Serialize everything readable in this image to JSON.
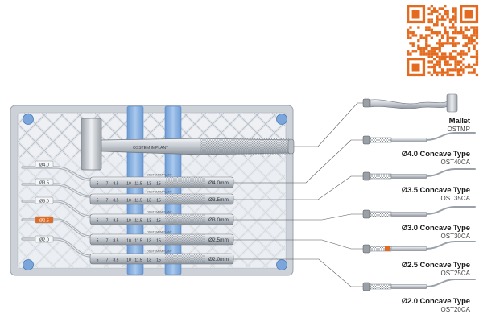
{
  "brand": {
    "engraving": "OSSTEM IMPLANT",
    "accent": "#e36a1e"
  },
  "tray": {
    "slot_labels": [
      "Ø4.0",
      "Ø3.5",
      "Ø3.0",
      "Ø2.5",
      "Ø2.0"
    ],
    "depth_marks": [
      "5",
      "7",
      "8.5",
      "10",
      "11.5",
      "13",
      "15"
    ],
    "size_marks": [
      "Ø4.0mm",
      "Ø3.5mm",
      "Ø3.0mm",
      "Ø2.5mm",
      "Ø2.0mm"
    ],
    "colors": {
      "frame": "#c9ced6",
      "rail": "#8fb4e0",
      "pin": "#7aa6dc"
    }
  },
  "instruments": [
    {
      "name": "Mallet",
      "code": "OSTMP"
    },
    {
      "name": "Ø4.0 Concave Type",
      "code": "OST40CA"
    },
    {
      "name": "Ø3.5 Concave Type",
      "code": "OST35CA"
    },
    {
      "name": "Ø3.0 Concave Type",
      "code": "OST30CA"
    },
    {
      "name": "Ø2.5 Concave Type",
      "code": "OST25CA"
    },
    {
      "name": "Ø2.0 Concave Type",
      "code": "OST20CA"
    }
  ],
  "qr_code": {
    "icon": "qr-code-icon",
    "color": "#e36a1e"
  }
}
